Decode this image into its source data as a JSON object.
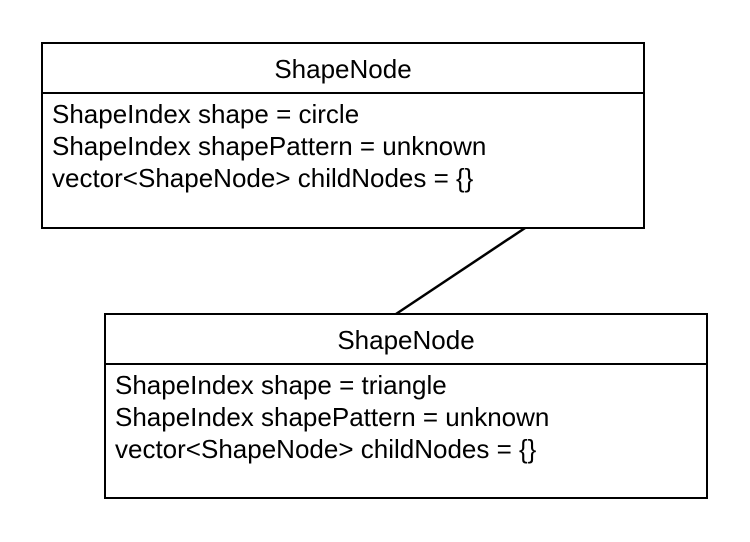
{
  "diagram": {
    "nodes": [
      {
        "id": "parent",
        "title": "ShapeNode",
        "attributes": [
          "ShapeIndex shape = circle",
          "ShapeIndex shapePattern = unknown",
          "vector<ShapeNode> childNodes = {}"
        ]
      },
      {
        "id": "child",
        "title": "ShapeNode",
        "attributes": [
          "ShapeIndex shape = triangle",
          "ShapeIndex shapePattern = unknown",
          "vector<ShapeNode> childNodes = {}"
        ]
      }
    ],
    "edges": [
      {
        "from": "parent",
        "to": "child"
      }
    ]
  }
}
